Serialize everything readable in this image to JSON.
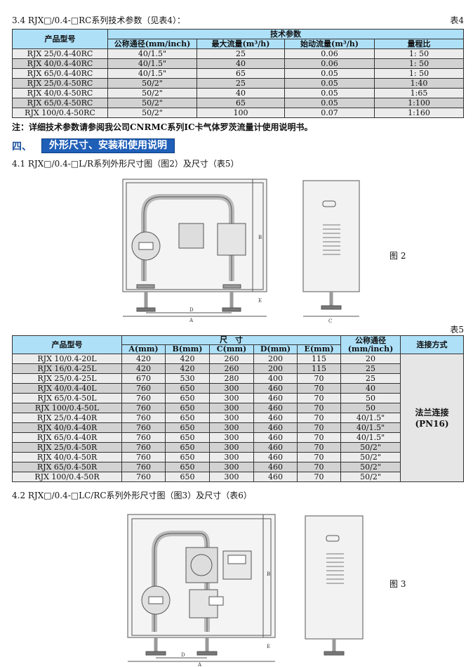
{
  "s34_title": "3.4 RJX□/0.4-□RC系列技术参数（见表4）：",
  "t4_label": "表4",
  "t4": {
    "model_h": "产品型号",
    "group_h": "技术参数",
    "cols": [
      "公称通径(mm/inch)",
      "最大流量(m³/h)",
      "始动流量(m³/h)",
      "量程比"
    ],
    "rows": [
      [
        "RJX 25/0.4-40RC",
        "40/1.5\"",
        "25",
        "0.06",
        "1: 50"
      ],
      [
        "RJX 40/0.4-40RC",
        "40/1.5\"",
        "40",
        "0.06",
        "1: 50"
      ],
      [
        "RJX 65/0.4-40RC",
        "40/1.5\"",
        "65",
        "0.05",
        "1: 50"
      ],
      [
        "RJX 25/0.4-50RC",
        "50/2\"",
        "25",
        "0.05",
        "1:40"
      ],
      [
        "RJX 40/0.4-50RC",
        "50/2\"",
        "40",
        "0.05",
        "1:65"
      ],
      [
        "RJX 65/0.4-50RC",
        "50/2\"",
        "65",
        "0.05",
        "1:100"
      ],
      [
        "RJX 100/0.4-50RC",
        "50/2\"",
        "100",
        "0.07",
        "1:160"
      ]
    ]
  },
  "note": "注：详细技术参数请参阅我公司CNRMC系列IC卡气体罗茨流量计使用说明书。",
  "sec4_num": "四、",
  "sec4_title": "外形尺寸、安装和使用说明",
  "s41_title": "4.1 RJX□/0.4-□L/R系列外形尺寸图（图2）及尺寸（表5）",
  "fig2_label": "图 2",
  "fig2_dims": {
    "a": "A",
    "b": "B",
    "c": "C",
    "d": "D",
    "e": "E"
  },
  "t5_label": "表5",
  "t5": {
    "model_h": "产品型号",
    "group_h": "尺　寸",
    "cols": [
      "A(mm)",
      "B(mm)",
      "C(mm)",
      "D(mm)",
      "E(mm)"
    ],
    "nominal_h": "公称通径 (mm/inch)",
    "conn_h": "连接方式",
    "conn_val": "法兰连接 (PN16)",
    "rows": [
      [
        "RJX 10/0.4-20L",
        "420",
        "420",
        "260",
        "200",
        "115",
        "20"
      ],
      [
        "RJX 16/0.4-25L",
        "420",
        "420",
        "260",
        "200",
        "115",
        "25"
      ],
      [
        "RJX 25/0.4-25L",
        "670",
        "530",
        "280",
        "400",
        "70",
        "25"
      ],
      [
        "RJX 40/0.4-40L",
        "760",
        "650",
        "300",
        "460",
        "70",
        "40"
      ],
      [
        "RJX 65/0.4-50L",
        "760",
        "650",
        "300",
        "460",
        "70",
        "50"
      ],
      [
        "RJX 100/0.4-50L",
        "760",
        "650",
        "300",
        "460",
        "70",
        "50"
      ],
      [
        "RJX 25/0.4-40R",
        "760",
        "650",
        "300",
        "460",
        "70",
        "40/1.5\""
      ],
      [
        "RJX 40/0.4-40R",
        "760",
        "650",
        "300",
        "460",
        "70",
        "40/1.5\""
      ],
      [
        "RJX 65/0.4-40R",
        "760",
        "650",
        "300",
        "460",
        "70",
        "40/1.5\""
      ],
      [
        "RJX 25/0.4-50R",
        "760",
        "650",
        "300",
        "460",
        "70",
        "50/2\""
      ],
      [
        "RJX 40/0.4-50R",
        "760",
        "650",
        "300",
        "460",
        "70",
        "50/2\""
      ],
      [
        "RJX 65/0.4-50R",
        "760",
        "650",
        "300",
        "460",
        "70",
        "50/2\""
      ],
      [
        "RJX 100/0.4-50R",
        "760",
        "650",
        "300",
        "460",
        "70",
        "50/2\""
      ]
    ]
  },
  "s42_title": "4.2 RJX□/0.4-□LC/RC系列外形尺寸图（图3）及尺寸（表6）",
  "fig3_label": "图 3",
  "fig3_dims": {
    "a": "A",
    "b": "B",
    "d": "D",
    "e": "E"
  }
}
